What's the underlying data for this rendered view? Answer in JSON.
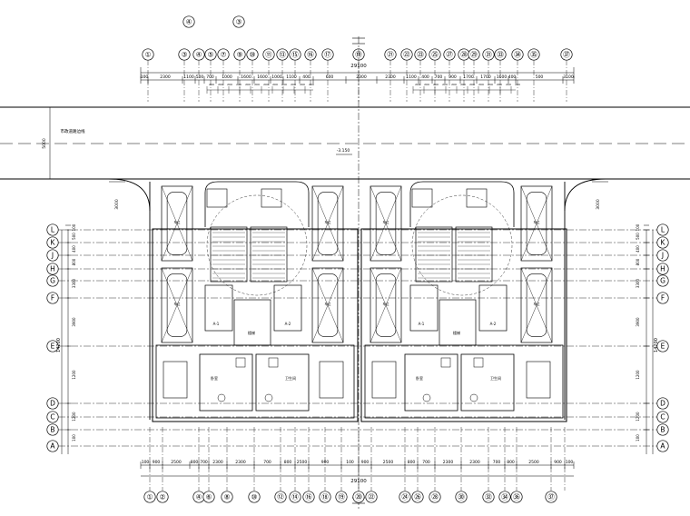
{
  "top_bubbles_extra": [
    "④",
    "③"
  ],
  "top_bubbles": [
    "①",
    "③",
    "④",
    "⑤",
    "⑦",
    "⑨",
    "⑩",
    "⑪",
    "⑬",
    "⑮",
    "⑯",
    "⑰",
    "⑲",
    "㉑",
    "㉒",
    "㉓",
    "㉕",
    "㉗",
    "㉘",
    "㉙",
    "㉛",
    "㉝",
    "㉞",
    "㉟",
    "㊲"
  ],
  "bottom_bubbles": [
    "①",
    "②",
    "④",
    "⑥",
    "⑧",
    "⑩",
    "⑫",
    "⑭",
    "⑯",
    "⑱",
    "⑲",
    "⑳",
    "㉒",
    "㉔",
    "㉖",
    "㉘",
    "㉚",
    "㉜",
    "㉞",
    "㊱",
    "㊲"
  ],
  "row_letters": [
    "L",
    "K",
    "J",
    "H",
    "G",
    "F",
    "E",
    "D",
    "C",
    "B",
    "A"
  ],
  "top_total": "29100",
  "bottom_total": "29100",
  "top_dims": [
    "100",
    "2300",
    "1100",
    "500",
    "700",
    "1000",
    "1600",
    "1600",
    "1000",
    "1100",
    "400",
    "600",
    "2300",
    "2300",
    "1100",
    "400",
    "700",
    "900",
    "1700",
    "1700",
    "1600",
    "400",
    "500",
    "3100",
    "100"
  ],
  "bottom_dims": [
    "100",
    "900",
    "2500",
    "800",
    "700",
    "2300",
    "2300",
    "700",
    "800",
    "2500",
    "900",
    "100",
    "900",
    "2500",
    "800",
    "700",
    "2300",
    "2300",
    "700",
    "800",
    "2500",
    "900",
    "100"
  ],
  "left_dims": [
    "100",
    "500",
    "400",
    "800",
    "3300",
    "3900",
    "1200",
    "1200",
    "100"
  ],
  "left_total": "14200",
  "right_total": "14200",
  "left_vertical_label": "5000",
  "road_label": "市政道路边线",
  "setback_left": "3000",
  "setback_right": "3000",
  "elev_label": "-3.150",
  "parking_label": "车位",
  "rooms": {
    "bed": "卧室",
    "bath": "卫生间",
    "a1": "A-1",
    "a2": "A-2",
    "stair": "楼梯"
  }
}
